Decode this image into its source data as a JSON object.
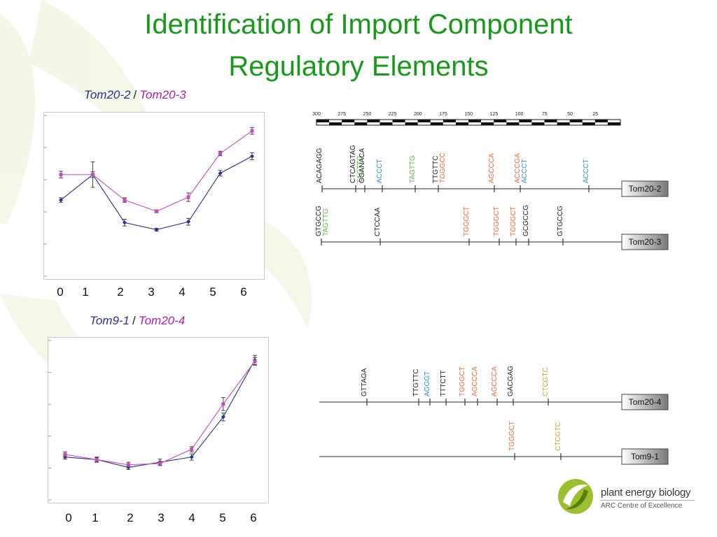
{
  "slide": {
    "title_line1": "Identification of Import Component",
    "title_line2": "Regulatory Elements",
    "title_color": "#17991a"
  },
  "colors": {
    "series_a": "#2c2f8c",
    "series_b": "#c24bc4",
    "black": "#222222",
    "green": "#5db94d",
    "blue": "#2f94cf",
    "orange": "#ee6a40",
    "gold": "#c9a83a"
  },
  "charts": [
    {
      "id": "top",
      "label_a": "Tom20-2",
      "sep": "/",
      "label_b": "Tom20-3"
    },
    {
      "id": "bottom",
      "label_a": "Tom9-1",
      "sep": "/",
      "label_b": "Tom20-4"
    }
  ],
  "chart_data": [
    {
      "type": "line",
      "x": [
        0,
        1,
        2,
        3,
        4,
        5,
        6
      ],
      "x_tick_labels": [
        "0",
        "1",
        "2",
        "3",
        "4",
        "5",
        "6"
      ],
      "ylim": [
        0,
        5.5
      ],
      "grid": false,
      "series": [
        {
          "name": "Tom20-2",
          "color": "#2c2f8c",
          "values": [
            2.55,
            3.45,
            1.75,
            1.5,
            1.78,
            3.5,
            4.1
          ],
          "errors": [
            0.08,
            0.45,
            0.12,
            0.05,
            0.12,
            0.1,
            0.12
          ]
        },
        {
          "name": "Tom20-3",
          "color": "#c24bc4",
          "values": [
            3.45,
            3.45,
            2.55,
            2.15,
            2.65,
            4.2,
            5.0
          ],
          "errors": [
            0.12,
            0.1,
            0.08,
            0.05,
            0.15,
            0.08,
            0.12
          ]
        }
      ]
    },
    {
      "type": "line",
      "x": [
        0,
        1,
        2,
        3,
        4,
        5,
        6
      ],
      "x_tick_labels": [
        "0",
        "1",
        "2",
        "3",
        "4",
        "5",
        "6"
      ],
      "ylim": [
        0,
        6
      ],
      "grid": false,
      "series": [
        {
          "name": "Tom9-1",
          "color": "#2c2f8c",
          "values": [
            1.55,
            1.45,
            1.15,
            1.35,
            1.55,
            3.1,
            5.3
          ],
          "errors": [
            0.08,
            0.08,
            0.08,
            0.12,
            0.12,
            0.15,
            0.18
          ]
        },
        {
          "name": "Tom20-4",
          "color": "#c24bc4",
          "values": [
            1.65,
            1.45,
            1.25,
            1.3,
            1.85,
            3.6,
            5.25
          ],
          "errors": [
            0.1,
            0.1,
            0.1,
            0.08,
            0.1,
            0.25,
            0.15
          ]
        }
      ]
    }
  ],
  "scale_ruler": {
    "labels": [
      "300",
      "275",
      "250",
      "225",
      "200",
      "175",
      "150",
      "125",
      "100",
      "75",
      "50",
      "25"
    ]
  },
  "promoter_maps": [
    {
      "gene": "Tom20-2",
      "elements": [
        {
          "stack": [
            "ACAGAGG"
          ],
          "colors": [
            "black"
          ]
        },
        {
          "stack": [
            "CTCAGTAG",
            "TAGTTG"
          ],
          "colors": [
            "black",
            "green"
          ]
        },
        {
          "stack": [
            "GGANACA"
          ],
          "colors": [
            "black"
          ]
        },
        {
          "stack": [
            "ACCCT"
          ],
          "colors": [
            "blue"
          ]
        },
        {
          "stack": [
            "TAGTTG"
          ],
          "colors": [
            "green"
          ]
        },
        {
          "stack": [
            "TTGTTC",
            "TGGGCC"
          ],
          "colors": [
            "black",
            "orange"
          ]
        },
        {
          "stack": [
            "AGCCCA"
          ],
          "colors": [
            "orange"
          ]
        },
        {
          "stack": [
            "ACCCGA",
            "ACCCT"
          ],
          "colors": [
            "orange",
            "blue"
          ]
        },
        {
          "stack": [
            "ACCCT"
          ],
          "colors": [
            "blue"
          ]
        }
      ]
    },
    {
      "gene": "Tom20-3",
      "elements": [
        {
          "stack": [
            "GTGCCG",
            "TAGTTG"
          ],
          "colors": [
            "black",
            "green"
          ]
        },
        {
          "stack": [
            "CTCCAA"
          ],
          "colors": [
            "black"
          ]
        },
        {
          "stack": [
            "TGGGCT"
          ],
          "colors": [
            "orange"
          ]
        },
        {
          "stack": [
            "TGGGCT"
          ],
          "colors": [
            "orange"
          ]
        },
        {
          "stack": [
            "TGGGCT"
          ],
          "colors": [
            "orange"
          ]
        },
        {
          "stack": [
            "GCGCCG"
          ],
          "colors": [
            "black"
          ]
        },
        {
          "stack": [
            "GTGCCG"
          ],
          "colors": [
            "black"
          ]
        }
      ]
    },
    {
      "gene": "Tom20-4",
      "elements": [
        {
          "stack": [
            "GTTAGA"
          ],
          "colors": [
            "black"
          ]
        },
        {
          "stack": [
            "TTGTTC"
          ],
          "colors": [
            "black"
          ]
        },
        {
          "stack": [
            "AGGGT"
          ],
          "colors": [
            "blue"
          ]
        },
        {
          "stack": [
            "TTTCTT"
          ],
          "colors": [
            "black"
          ]
        },
        {
          "stack": [
            "TGGGCT"
          ],
          "colors": [
            "orange"
          ]
        },
        {
          "stack": [
            "AGCCCA"
          ],
          "colors": [
            "orange"
          ]
        },
        {
          "stack": [
            "AGCCCA"
          ],
          "colors": [
            "orange"
          ]
        },
        {
          "stack": [
            "GACGAG"
          ],
          "colors": [
            "black"
          ]
        },
        {
          "stack": [
            "CTCGTC"
          ],
          "colors": [
            "gold"
          ]
        }
      ]
    },
    {
      "gene": "Tom9-1",
      "elements": [
        {
          "stack": [
            "TGGGCT"
          ],
          "colors": [
            "orange"
          ]
        },
        {
          "stack": [
            "CTCGTC"
          ],
          "colors": [
            "gold"
          ]
        }
      ]
    }
  ],
  "logo": {
    "name": "plant energy biology",
    "tagline": "ARC Centre of Excellence",
    "color": "#9bbf2d"
  }
}
